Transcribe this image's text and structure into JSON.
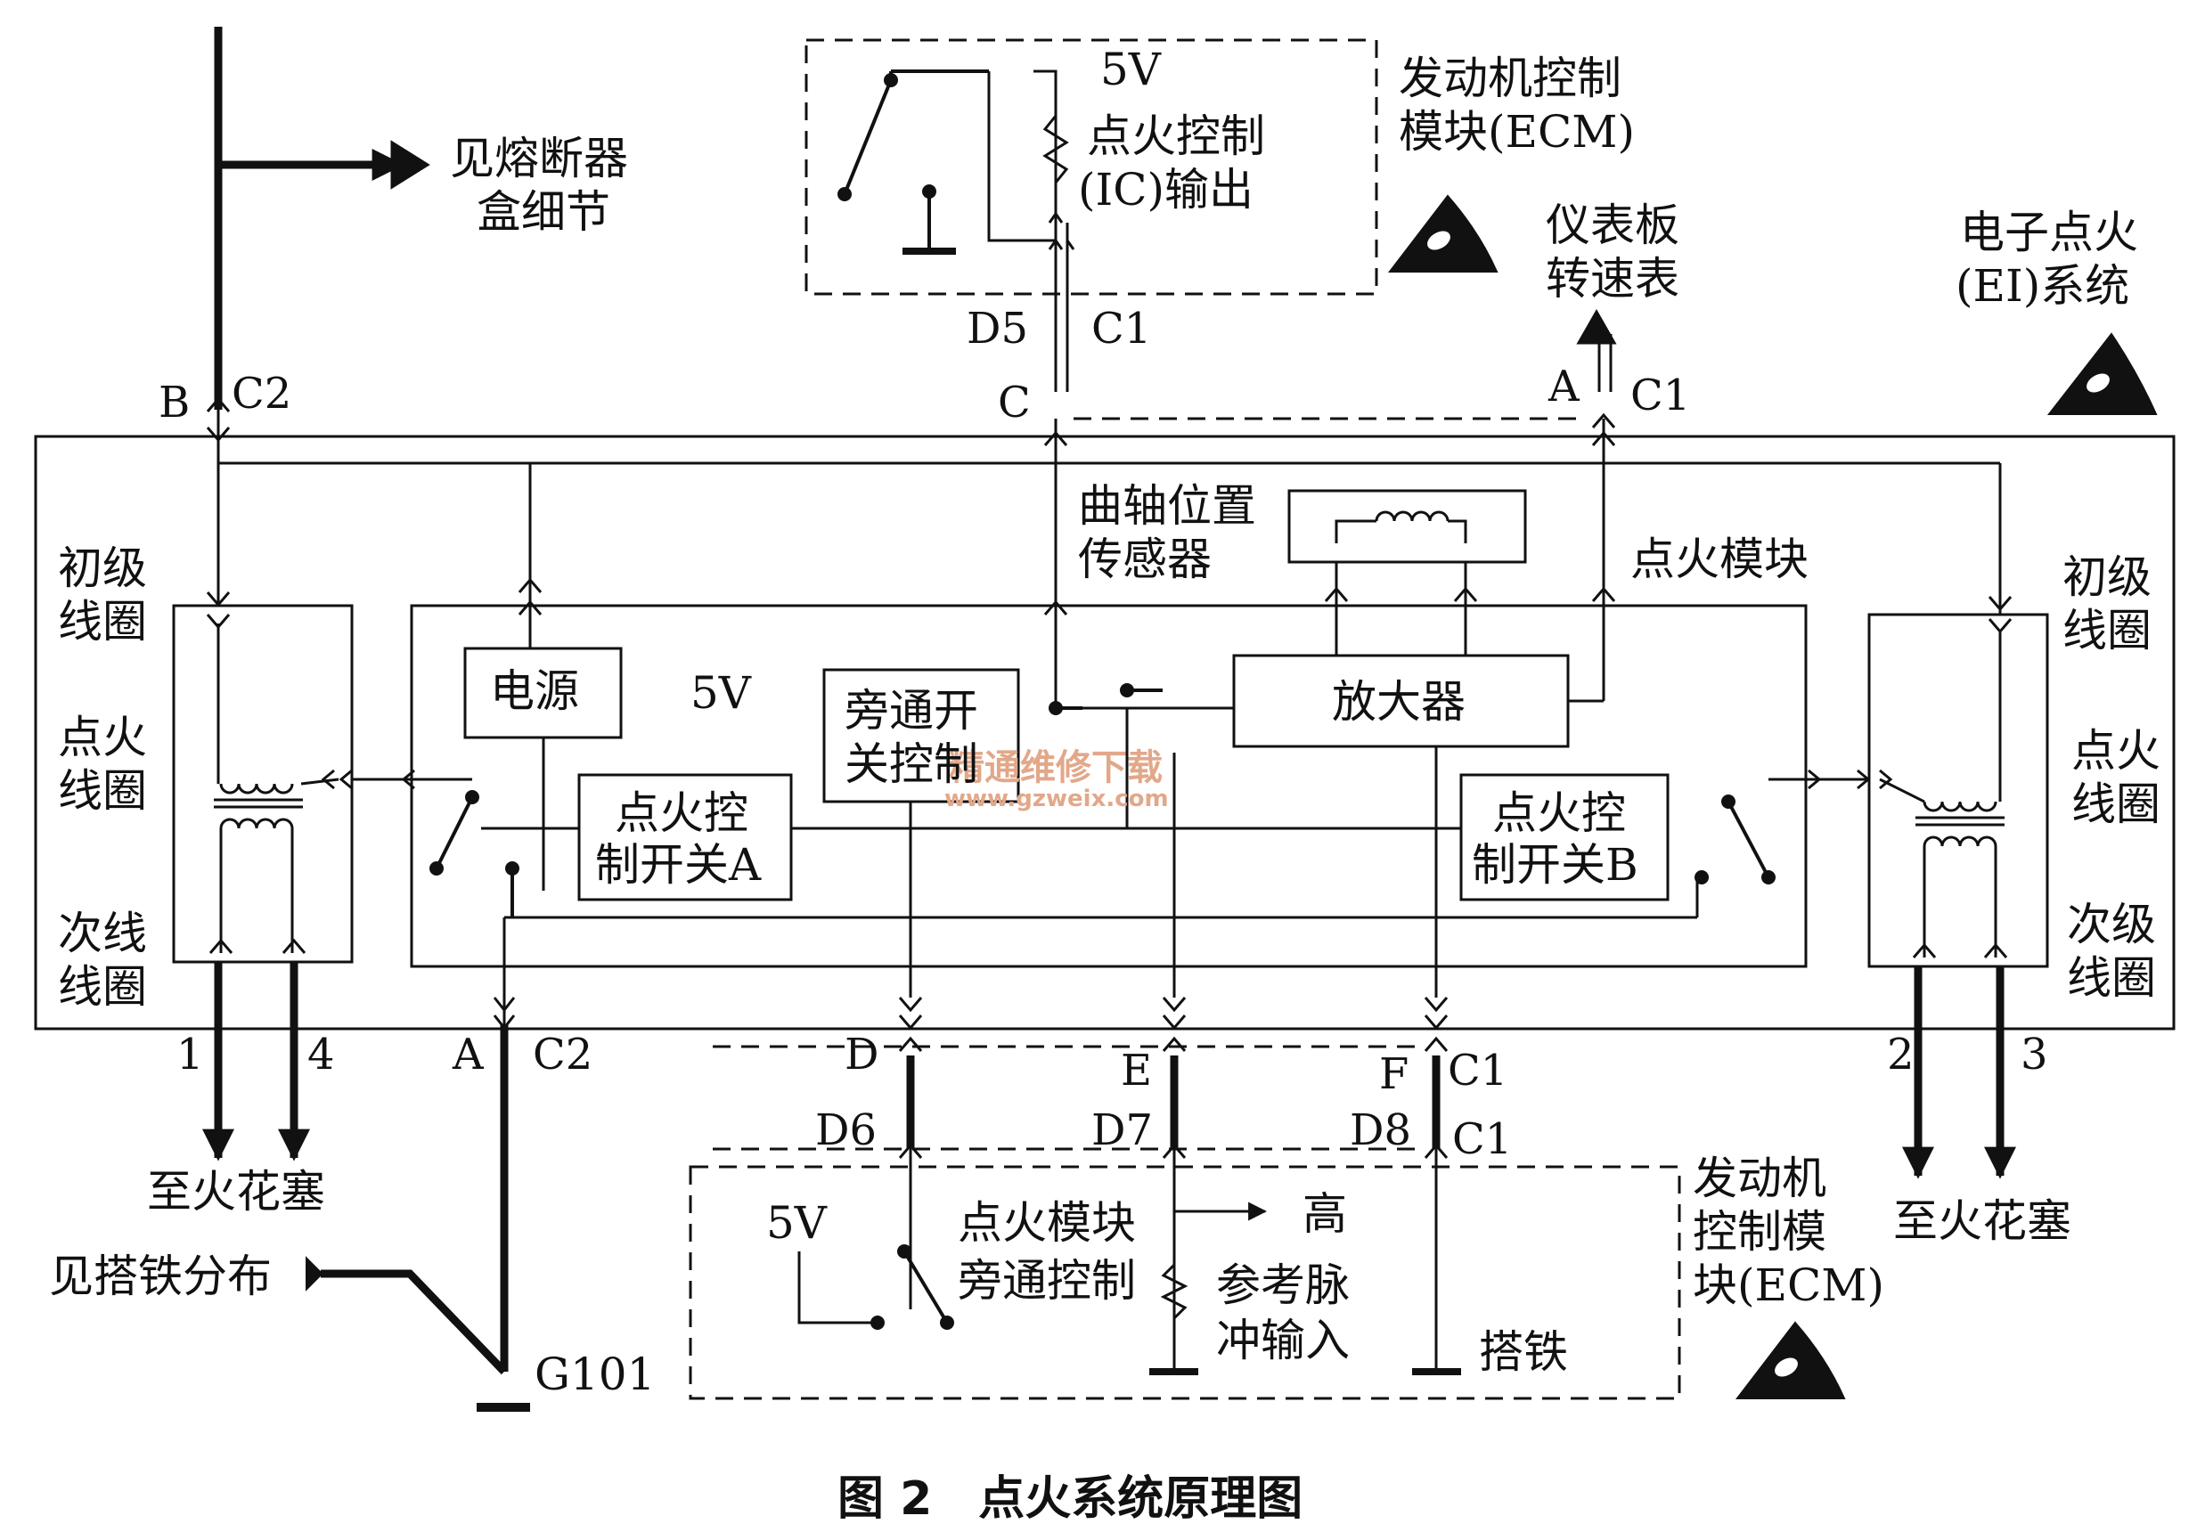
{
  "caption": "图 2　点火系统原理图",
  "watermark": {
    "line1": "精通维修下载",
    "line2": "www.gzweix.com"
  },
  "ecm_top": {
    "title1": "发动机控制",
    "title2": "模块(ECM)",
    "v5": "5V",
    "ic1": "点火控制",
    "ic2": "(IC)输出",
    "d5": "D5",
    "c1": "C1"
  },
  "ecm_bottom": {
    "title1": "发动机",
    "title2": "控制模",
    "title3": "块(ECM)",
    "v5": "5V",
    "bypass1": "点火模块",
    "bypass2": "旁通控制",
    "high": "高",
    "ref1": "参考脉",
    "ref2": "冲输入",
    "ground": "搭铁"
  },
  "fuse": {
    "line1": "见熔断器",
    "line2": "盒细节"
  },
  "tach": {
    "line1": "仪表板",
    "line2": "转速表"
  },
  "ei": {
    "line1": "电子点火",
    "line2": "(EI)系统"
  },
  "ground_dist": "见搭铁分布",
  "g101": "G101",
  "spark_left": "至火花塞",
  "spark_right": "至火花塞",
  "coil_left": {
    "primary1": "初级",
    "primary2": "线圈",
    "ign1": "点火",
    "ign2": "线圈",
    "sec1": "次线",
    "sec2": "线圈"
  },
  "coil_right": {
    "primary1": "初级",
    "primary2": "线圈",
    "ign1": "点火",
    "ign2": "线圈",
    "sec1": "次级",
    "sec2": "线圈"
  },
  "module": {
    "power": "电源",
    "v5": "5V",
    "bypass1": "旁通开",
    "bypass2": "关控制",
    "amp": "放大器",
    "cks1": "曲轴位置",
    "cks2": "传感器",
    "ign_module": "点火模块",
    "swa1": "点火控",
    "swa2": "制开关A",
    "swb1": "点火控",
    "swb2": "制开关B"
  },
  "pins": {
    "b": "B",
    "c2_top": "C2",
    "c": "C",
    "a_top": "A",
    "c1_top": "C1",
    "a_bot": "A",
    "c2_bot": "C2",
    "d": "D",
    "d6": "D6",
    "e": "E",
    "d7": "D7",
    "f": "F",
    "c1_f": "C1",
    "d8": "D8",
    "c1_d8": "C1",
    "p1": "1",
    "p4": "4",
    "p2": "2",
    "p3": "3"
  }
}
